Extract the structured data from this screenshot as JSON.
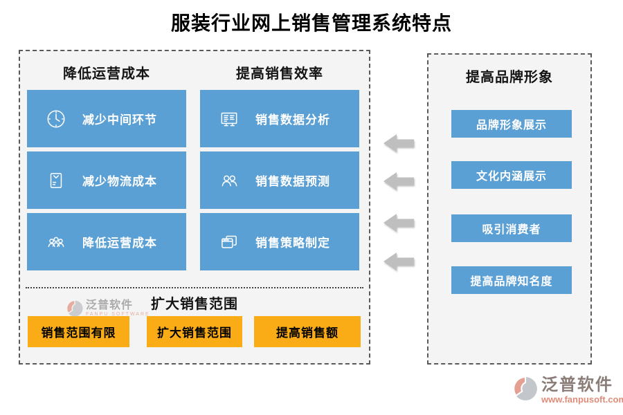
{
  "title": "服装行业网上销售管理系统特点",
  "left_panel": {
    "columns": [
      {
        "header": "降低运营成本",
        "items": [
          {
            "icon": "clock-icon",
            "label": "减少中间环节"
          },
          {
            "icon": "package-icon",
            "label": "减少物流成本"
          },
          {
            "icon": "users-group-icon",
            "label": "降低运营成本"
          }
        ]
      },
      {
        "header": "提高销售效率",
        "items": [
          {
            "icon": "chart-board-icon",
            "label": "销售数据分析"
          },
          {
            "icon": "two-users-icon",
            "label": "销售数据预测"
          },
          {
            "icon": "windows-icon",
            "label": "销售策略制定"
          }
        ]
      }
    ],
    "bottom": {
      "header": "扩大销售范围",
      "items": [
        "销售范围有限",
        "扩大销售范围",
        "提高销售额"
      ]
    }
  },
  "right_panel": {
    "header": "提高品牌形象",
    "items": [
      "品牌形象展示",
      "文化内涵展示",
      "吸引消费者",
      "提高品牌知名度"
    ]
  },
  "arrows": {
    "count": 4,
    "direction": "left",
    "icon": "left-arrow-icon"
  },
  "watermark": {
    "brand": "泛普软件",
    "brand_sub": "FANPU SOFTWARE",
    "url": "www.fanpusoft.com"
  },
  "colors": {
    "box_blue": "#5ba0d5",
    "box_orange": "#f9ac15",
    "arrow_gray": "#bfbfbf",
    "panel_bg": "#f4f4f4",
    "border_dash": "#595959"
  }
}
